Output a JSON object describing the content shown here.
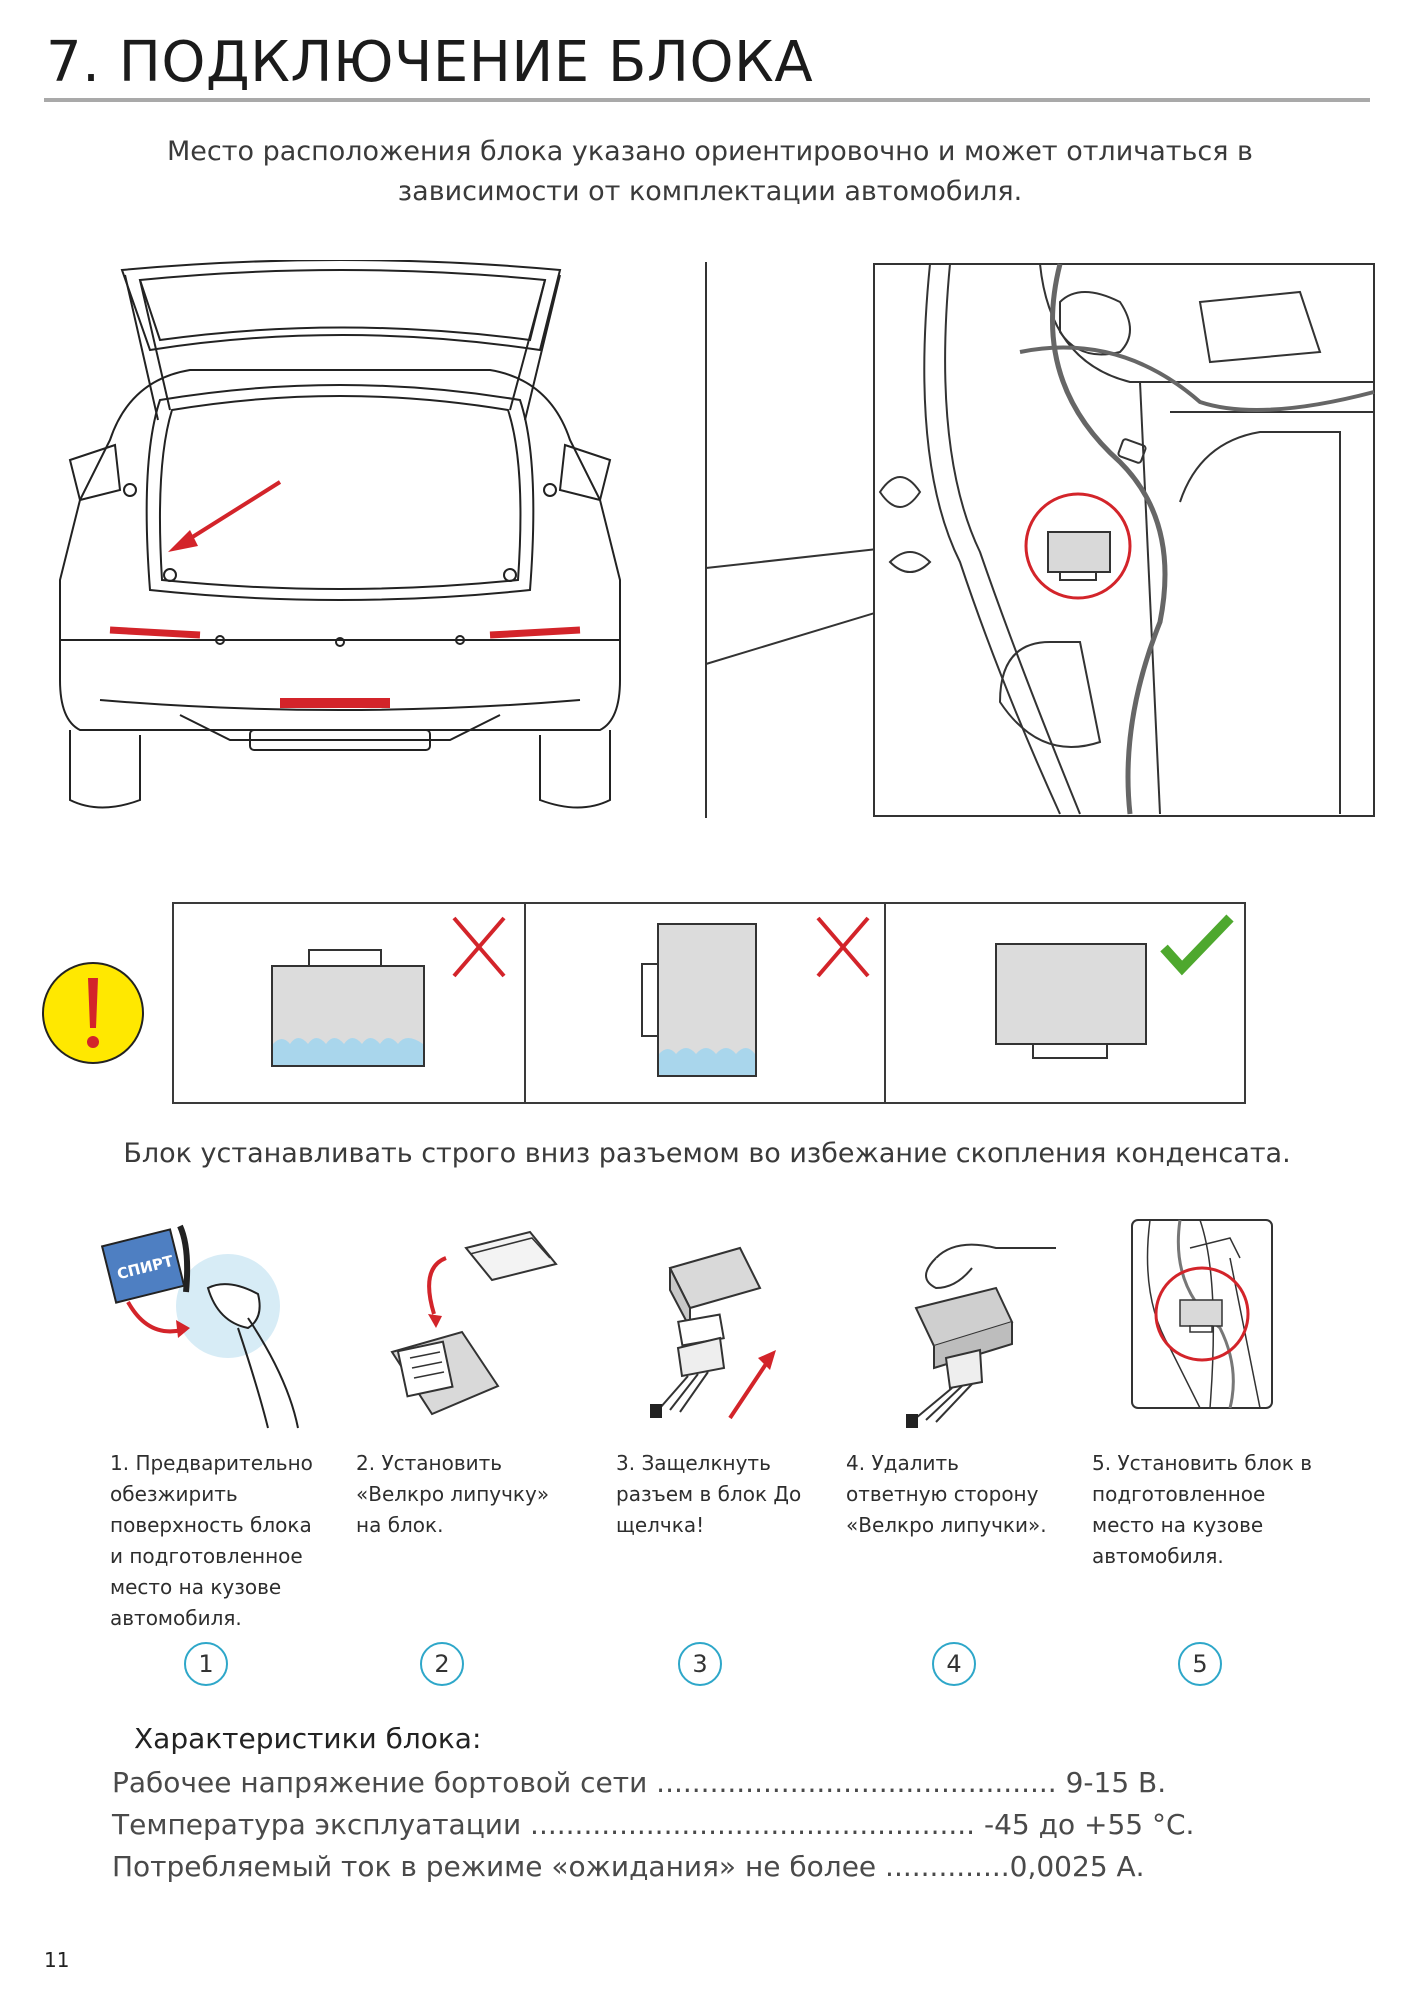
{
  "title": "7. ПОДКЛЮЧЕНИЕ БЛОКА",
  "intro": "Место расположения блока указано ориентировочно и может отличаться в зависимости от комплектации автомобиля.",
  "orientation": {
    "caption": "Блок устанавливать строго вниз разъемом во избежание скопления конденсата.",
    "panels": [
      "wrong",
      "wrong",
      "correct"
    ],
    "colors": {
      "wrong": "#d3242a",
      "correct": "#4ea82e",
      "water": "#a9d6ec",
      "block": "#dcdcdc",
      "warning": "#ffe800"
    }
  },
  "steps": [
    {
      "num": "1",
      "text": "1. Предварительно обезжирить поверхность блока и подготовленное место на кузове автомобиля.",
      "label": "СПИРТ"
    },
    {
      "num": "2",
      "text": "2. Установить «Велкро липучку» на блок."
    },
    {
      "num": "3",
      "text": "3. Защелкнуть разъем в блок До щелчка!"
    },
    {
      "num": "4",
      "text": "4. Удалить ответную сторону «Велкро липучки»."
    },
    {
      "num": "5",
      "text": "5. Установить блок в подготовленное место на кузове автомобиля."
    }
  ],
  "specs": {
    "title": "Характеристики блока:",
    "rows": [
      "Рабочее напряжение бортовой сети ............................................. 9-15 В.",
      "Температура эксплуатации .................................................. -45 до +55 °С.",
      "Потребляемый ток в режиме «ожидания» не более ..............0,0025 А."
    ]
  },
  "page_number": "11",
  "accent": "#2ea7c9",
  "arrow_color": "#d3242a"
}
